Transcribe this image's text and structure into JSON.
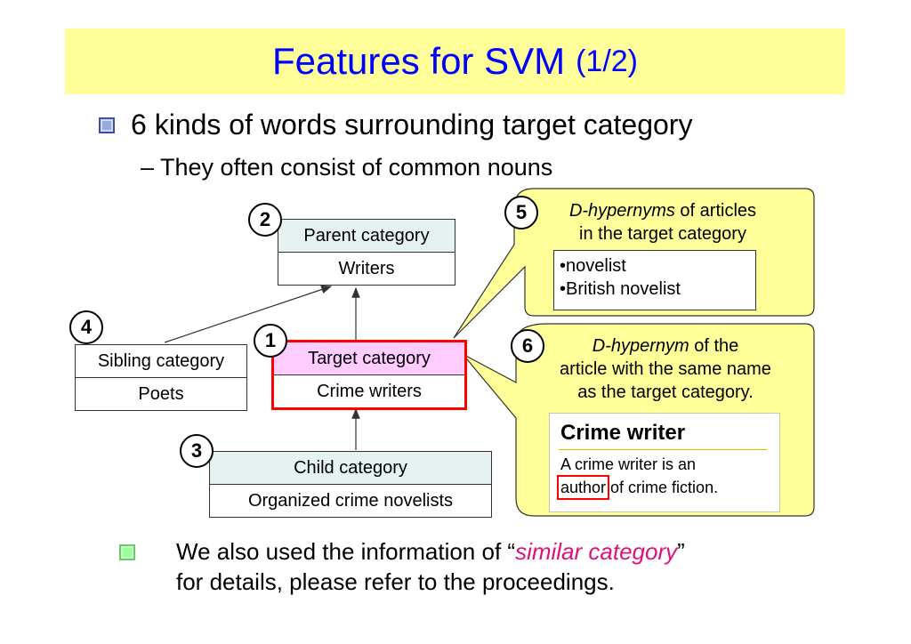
{
  "title": {
    "main": "Features for SVM",
    "sub": "(1/2)"
  },
  "bullet": "6 kinds of words surrounding target category",
  "sub_bullet": "– They often consist of common nouns",
  "nodes": {
    "parent": {
      "number": "2",
      "header": "Parent category",
      "value": "Writers"
    },
    "sibling": {
      "number": "4",
      "header": "Sibling category",
      "value": "Poets"
    },
    "target": {
      "number": "1",
      "header": "Target category",
      "value": "Crime writers"
    },
    "child": {
      "number": "3",
      "header": "Child category",
      "value": "Organized crime novelists"
    }
  },
  "callout5": {
    "number": "5",
    "title_em": "D-hypernyms",
    "title_rest": " of articles",
    "line2": "in the target category",
    "examples": [
      "•novelist",
      "•British novelist"
    ]
  },
  "callout6": {
    "number": "6",
    "line1_em": "D-hypernym",
    "line1_rest": " of the",
    "line2": "article with the same name",
    "line3": "as the target category.",
    "article_title": "Crime writer",
    "article_text_1": "A crime writer is an",
    "article_highlight": "author",
    "article_text_2": " of crime fiction."
  },
  "note": {
    "prefix": "We also used the information of “",
    "emphasis": "similar category",
    "suffix": "”",
    "line2": "for details, please refer to the proceedings."
  },
  "colors": {
    "title_bg": "#ffff99",
    "title_text": "#0000ff",
    "callout_bg": "#ffff99",
    "target_border": "#ff0000",
    "target_header": "#ffccff",
    "emphasis": "#e0107a"
  }
}
